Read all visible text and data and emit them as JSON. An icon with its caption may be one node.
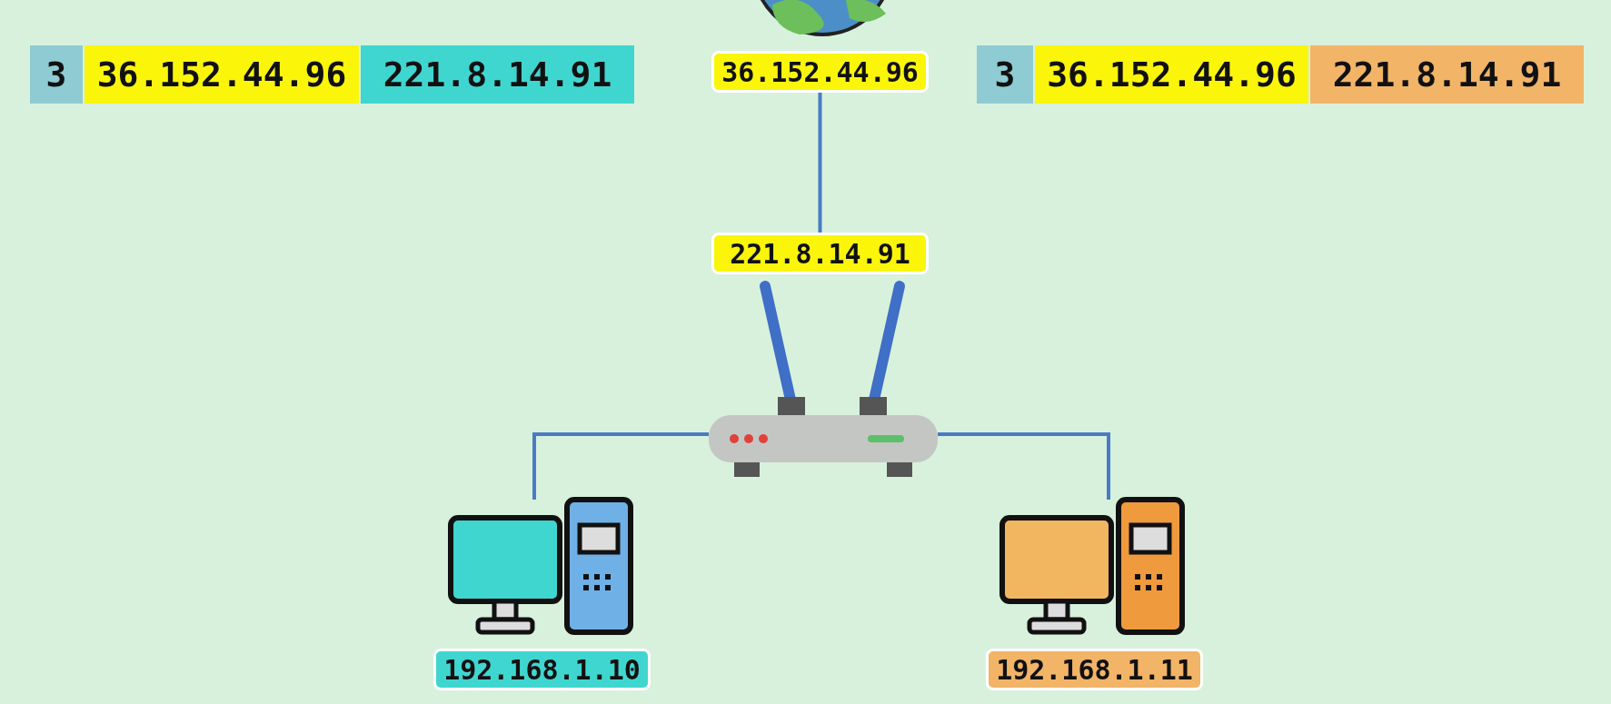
{
  "diagram": {
    "nodes": [
      {
        "text": [
          "36.152.44.96"
        ]
      },
      {
        "text": [
          "221.8.14.91"
        ]
      },
      {
        "text": [],
        "shape": "picture"
      },
      {
        "text": [],
        "shape": "picture"
      },
      {
        "text": [
          "192.168.1.10"
        ]
      },
      {
        "text": [],
        "shape": "picture"
      },
      {
        "text": [
          "192.168.1.11"
        ]
      }
    ],
    "edges": [
      {
        "from": 0,
        "to": 1,
        "arrow": "none"
      },
      {
        "from": 2,
        "to": 3,
        "arrow": "none"
      },
      {
        "from": 2,
        "to": 5,
        "arrow": "none"
      }
    ],
    "labels": [
      "3",
      "36.152.44.96",
      "221.8.14.91",
      "3",
      "36.152.44.96",
      "221.8.14.91"
    ]
  }
}
